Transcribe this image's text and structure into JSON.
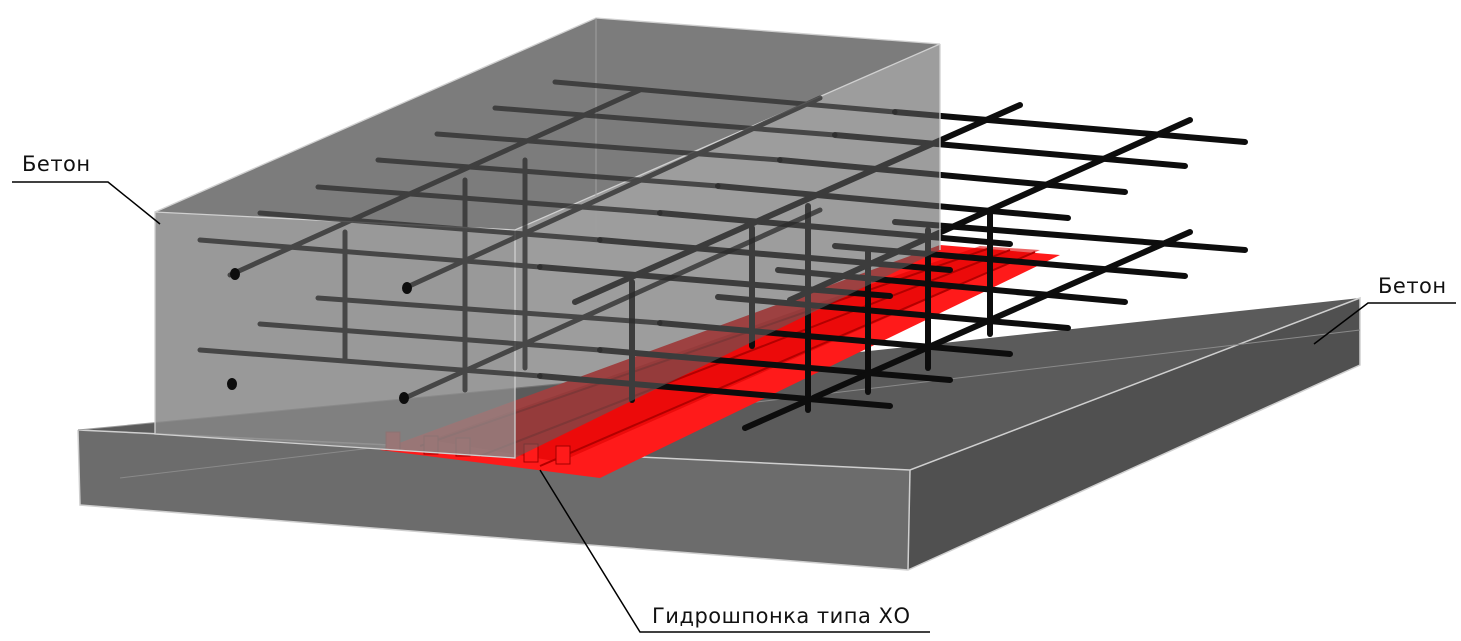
{
  "labels": {
    "concrete_left": "Бетон",
    "concrete_right": "Бетон",
    "waterstop": "Гидрошпонка типа ХО"
  },
  "colors": {
    "background": "#ffffff",
    "concrete_fill": "#6f6f6f",
    "concrete_top": "#5e5e5e",
    "block_fill": "#8a8a8a",
    "rebar": "#0d0d0d",
    "waterstop": "#ff1010",
    "leader": "#000000"
  }
}
